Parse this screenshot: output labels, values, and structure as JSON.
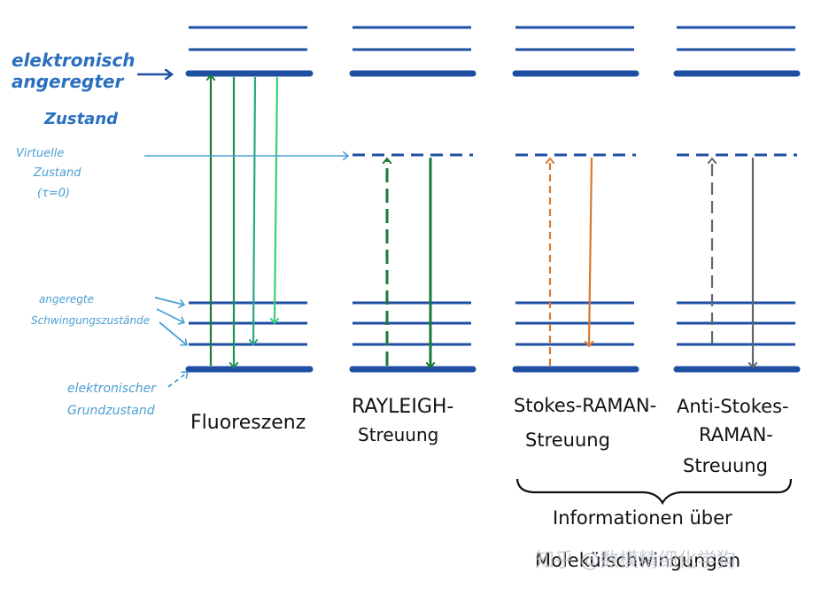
{
  "colors": {
    "level": "#1f4fa3",
    "ground": "#1f4fa3",
    "annotation_blue": "#2a6fc0",
    "annotation_light": "#4a9fd4",
    "arrow_dark_green": "#1b7a3a",
    "arrow_green": "#1f8f55",
    "arrow_teal": "#2aa88a",
    "arrow_light_green": "#3ad17a",
    "arrow_orange": "#d9782d",
    "arrow_gray": "#5f6670",
    "text_black": "#111111",
    "watermark": "#bfc5cc"
  },
  "left_labels": {
    "excited_line1": "elektronisch",
    "excited_line2": "angeregter",
    "excited_line3": "Zustand",
    "virtual_line1": "Virtuelle",
    "virtual_line2": "Zustand",
    "virtual_line3": "(τ=0)",
    "vib_line1": "angeregte",
    "vib_line2": "Schwingungszustände",
    "ground_line1": "elektronischer",
    "ground_line2": "Grundzustand"
  },
  "panels": [
    {
      "title_line1": "Fluoreszenz",
      "title_line2": "",
      "title_line3": ""
    },
    {
      "title_line1": "RAYLEIGH-",
      "title_line2": "Streuung",
      "title_line3": ""
    },
    {
      "title_line1": "Stokes-RAMAN-",
      "title_line2": "Streuung",
      "title_line3": ""
    },
    {
      "title_line1": "Anti-Stokes-",
      "title_line2": "RAMAN-",
      "title_line3": "Streuung"
    }
  ],
  "brace_text_line1": "Informationen über",
  "brace_text_line2": "Molekülschwingungen",
  "watermark": "知乎 @数模精细化学狗",
  "icons": {
    "pointer_arrow": "right-arrow-icon"
  }
}
